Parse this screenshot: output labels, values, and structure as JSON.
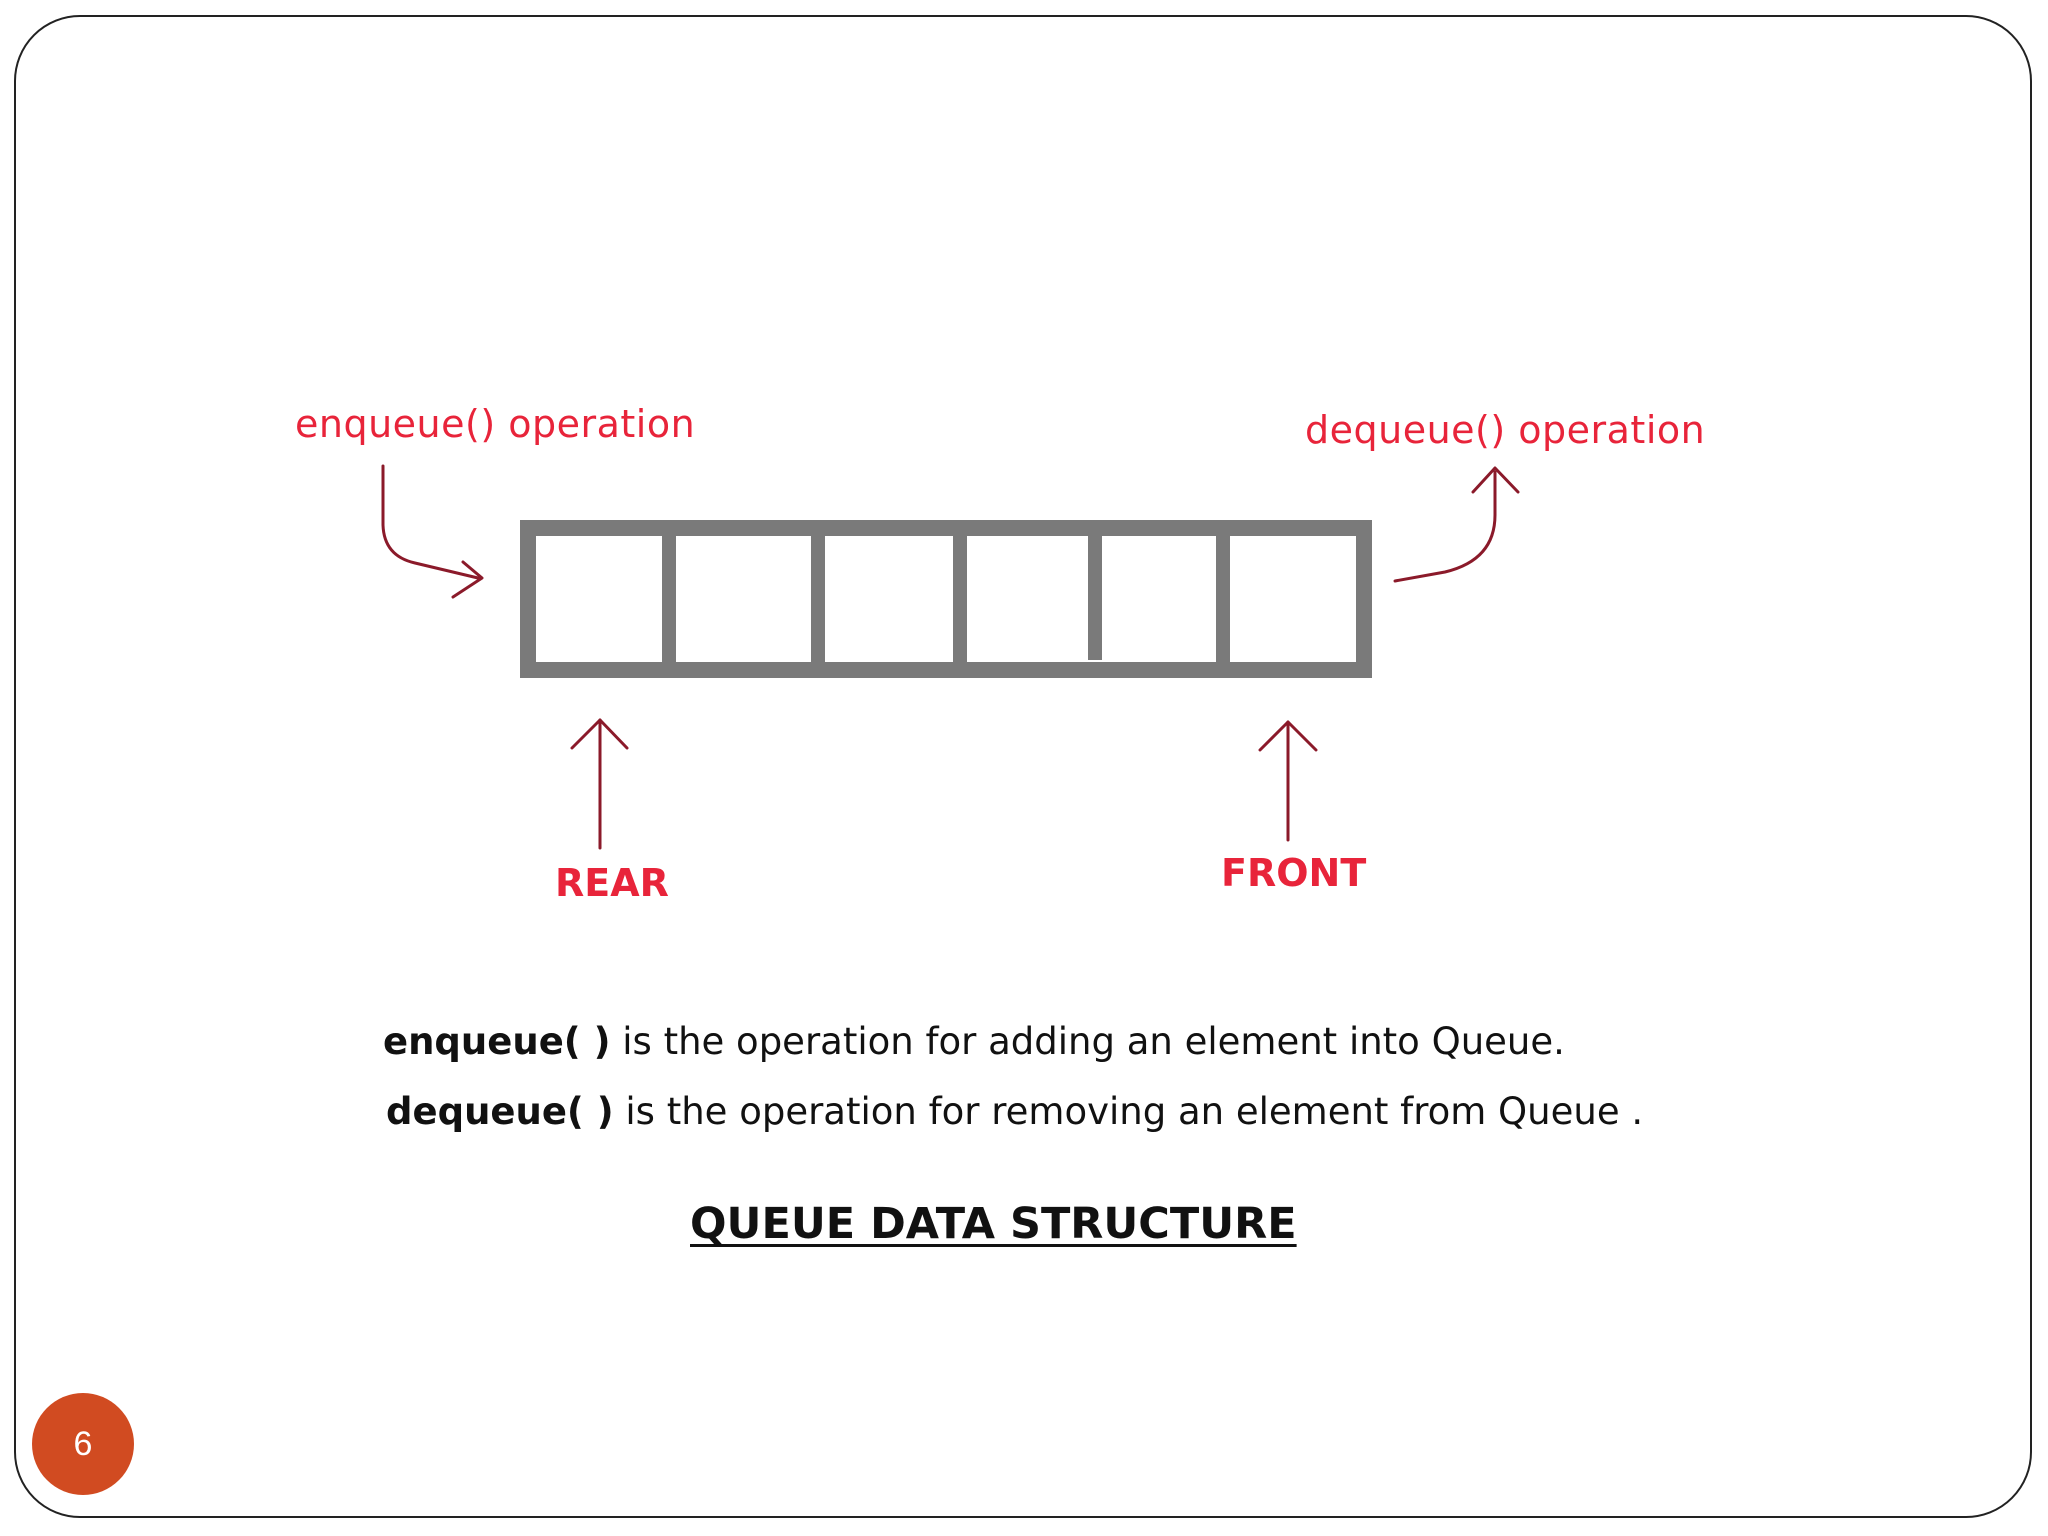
{
  "slide": {
    "page_number": "6"
  },
  "diagram": {
    "enqueue_label": "enqueue() operation",
    "dequeue_label": "dequeue() operation",
    "rear_label": "REAR",
    "front_label": "FRONT",
    "queue_cells": 6,
    "label_color": "#e8243a",
    "arrow_color": "#8b1a2a",
    "box_color": "#7a7a7a"
  },
  "description": {
    "enqueue_term": "enqueue( )",
    "enqueue_text": " is the operation for adding an element into Queue.",
    "dequeue_term": "dequeue( )",
    "dequeue_text": " is the operation for removing an element from Queue ."
  },
  "title": "QUEUE DATA STRUCTURE"
}
